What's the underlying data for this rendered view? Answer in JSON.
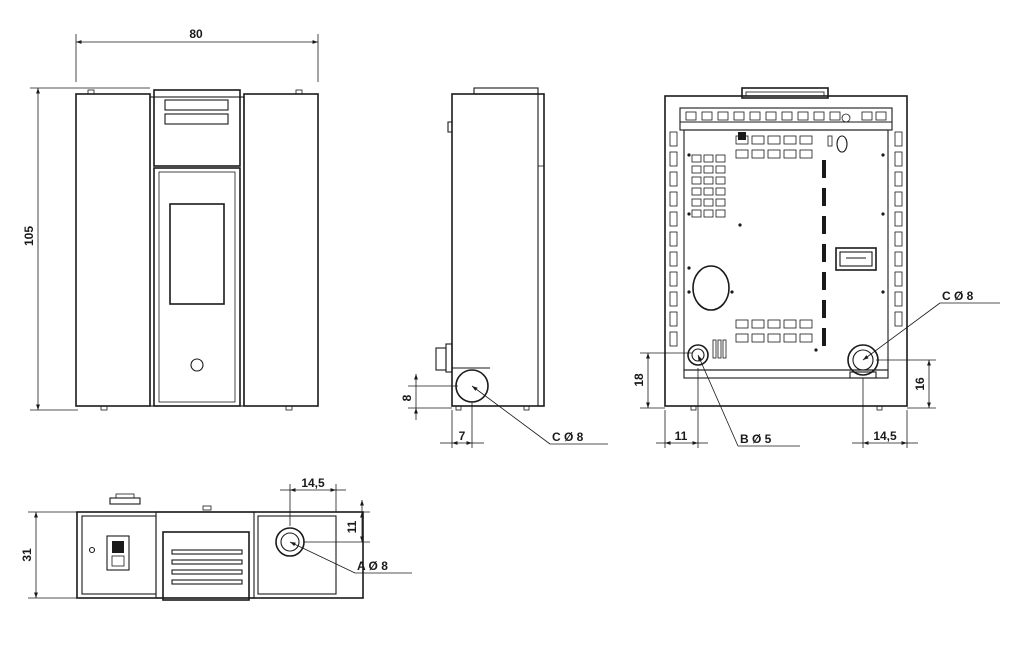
{
  "views": {
    "front": {
      "width": "80",
      "height": "105"
    },
    "side": {
      "offset_bottom": "8",
      "offset_back": "7",
      "outlet": "C Ø 8"
    },
    "rear": {
      "outlet_c": "C Ø 8",
      "outlet_b": "B Ø 5",
      "height_b": "18",
      "height_c": "16",
      "offset_b": "11",
      "offset_c": "14,5"
    },
    "top": {
      "depth": "31",
      "offset_a_x": "14,5",
      "offset_a_y": "11",
      "inlet_a": "A Ø 8"
    }
  }
}
